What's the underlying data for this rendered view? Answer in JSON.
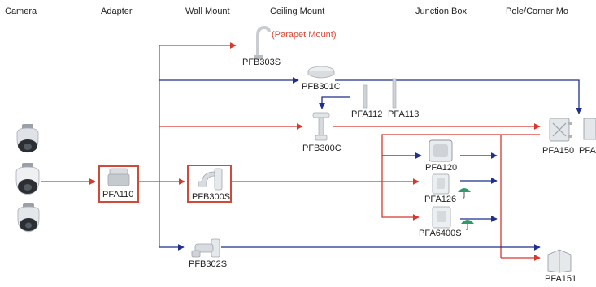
{
  "headers": {
    "camera": "Camera",
    "adapter": "Adapter",
    "wall_mount": "Wall Mount",
    "ceiling_mount": "Ceiling Mount",
    "junction_box": "Junction Box",
    "pole_corner": "Pole/Corner Mo"
  },
  "devices": {
    "pfa110": "PFA110",
    "pfb300s": "PFB300S",
    "pfb303s": "PFB303S",
    "parapet_note": "(Parapet Mount)",
    "pfb301c": "PFB301C",
    "pfa112": "PFA112",
    "pfa113": "PFA113",
    "pfb300c": "PFB300C",
    "pfa120": "PFA120",
    "pfa126": "PFA126",
    "pfa6400s": "PFA6400S",
    "pfb302s": "PFB302S",
    "pfa150": "PFA150",
    "pfa_partial": "PFA",
    "pfa151": "PFA151"
  },
  "colors": {
    "red_line": "#d9362c",
    "blue_line": "#1f2f8f",
    "highlight_box": "#d04a3a",
    "label_red": "#d94a3a",
    "umbrella": "#2f9a6a"
  },
  "icons": [
    "camera-icon",
    "adapter-icon",
    "wall-mount-icon",
    "parapet-mount-icon",
    "ceiling-mount-icon",
    "pole-extension-icon",
    "junction-box-icon",
    "umbrella-icon",
    "pole-mount-icon",
    "corner-mount-icon"
  ]
}
